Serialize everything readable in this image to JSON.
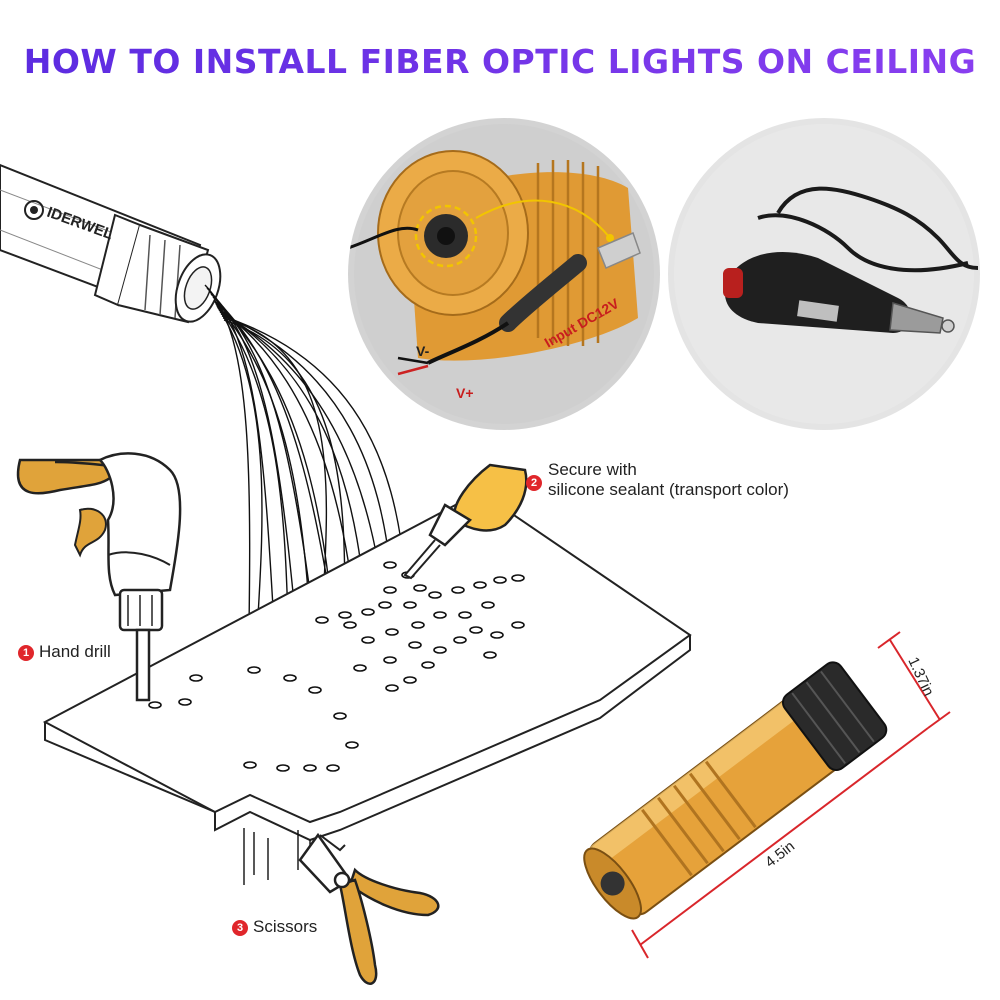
{
  "page": {
    "title": "HOW TO INSTALL FIBER OPTIC LIGHTS ON CEILING",
    "brand": "IDERWEL"
  },
  "steps": [
    {
      "number": "1",
      "text": "Hand drill"
    },
    {
      "number": "2",
      "text_line1": "Secure with",
      "text_line2": "silicone sealant (transport color)"
    },
    {
      "number": "3",
      "text": "Scissors"
    }
  ],
  "connector_photo": {
    "input_label": "Input DC12V",
    "negative_label": "V-",
    "positive_label": "V+"
  },
  "dimensions": {
    "diameter_label": "1.37in",
    "length_label": "4.5in"
  },
  "icons": [
    "hand-drill-icon",
    "glue-bottle-icon",
    "scissors-icon",
    "car-lighter-plug-icon",
    "light-engine-icon"
  ],
  "colors": {
    "title": "#6a2bd9",
    "badge": "#e0262b",
    "gold": "#e0a33a",
    "dimension_line": "#d9262b",
    "dashed_circle": "#f2c500"
  }
}
